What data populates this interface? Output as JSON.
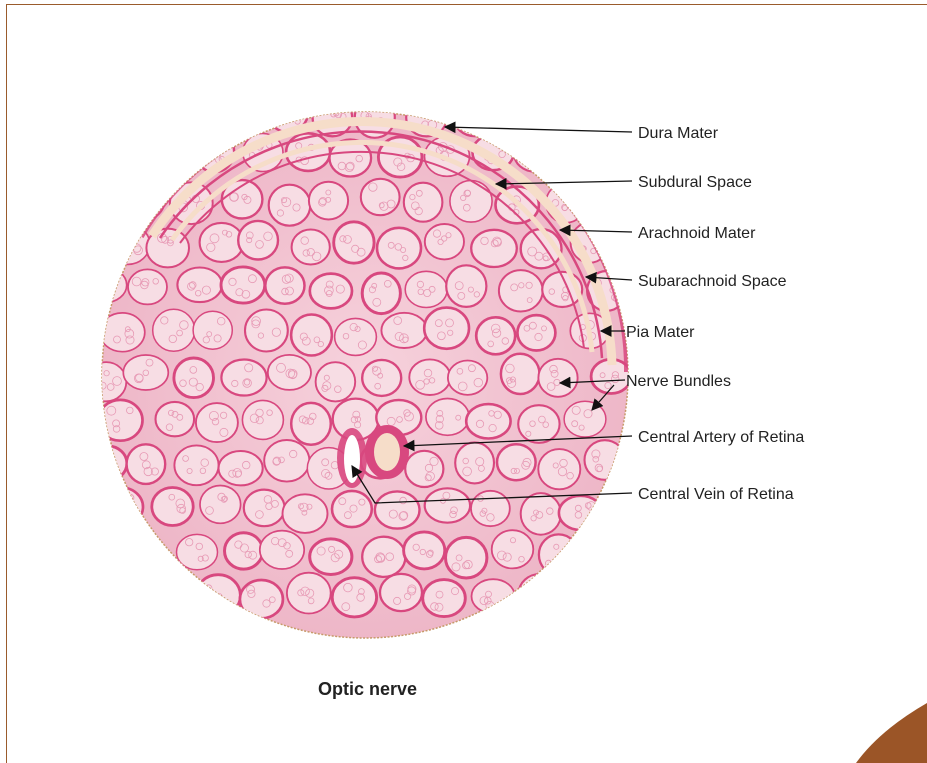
{
  "colors": {
    "frame": "#9a5b2c",
    "corner": "#9b5527",
    "tissue_base": "#f2c2cf",
    "tissue_stain": "#d8487f",
    "meninges_fill": "#f6ddc9",
    "arrow": "#111111"
  },
  "labels": {
    "dura_mater": "Dura Mater",
    "subdural_space": "Subdural Space",
    "arachnoid_mater": "Arachnoid Mater",
    "subarachnoid_space": "Subarachnoid Space",
    "pia_mater": "Pia Mater",
    "nerve_bundles": "Nerve Bundles",
    "central_artery": "Central Artery of Retina",
    "central_vein": "Central Vein of Retina"
  },
  "caption": "Optic nerve"
}
